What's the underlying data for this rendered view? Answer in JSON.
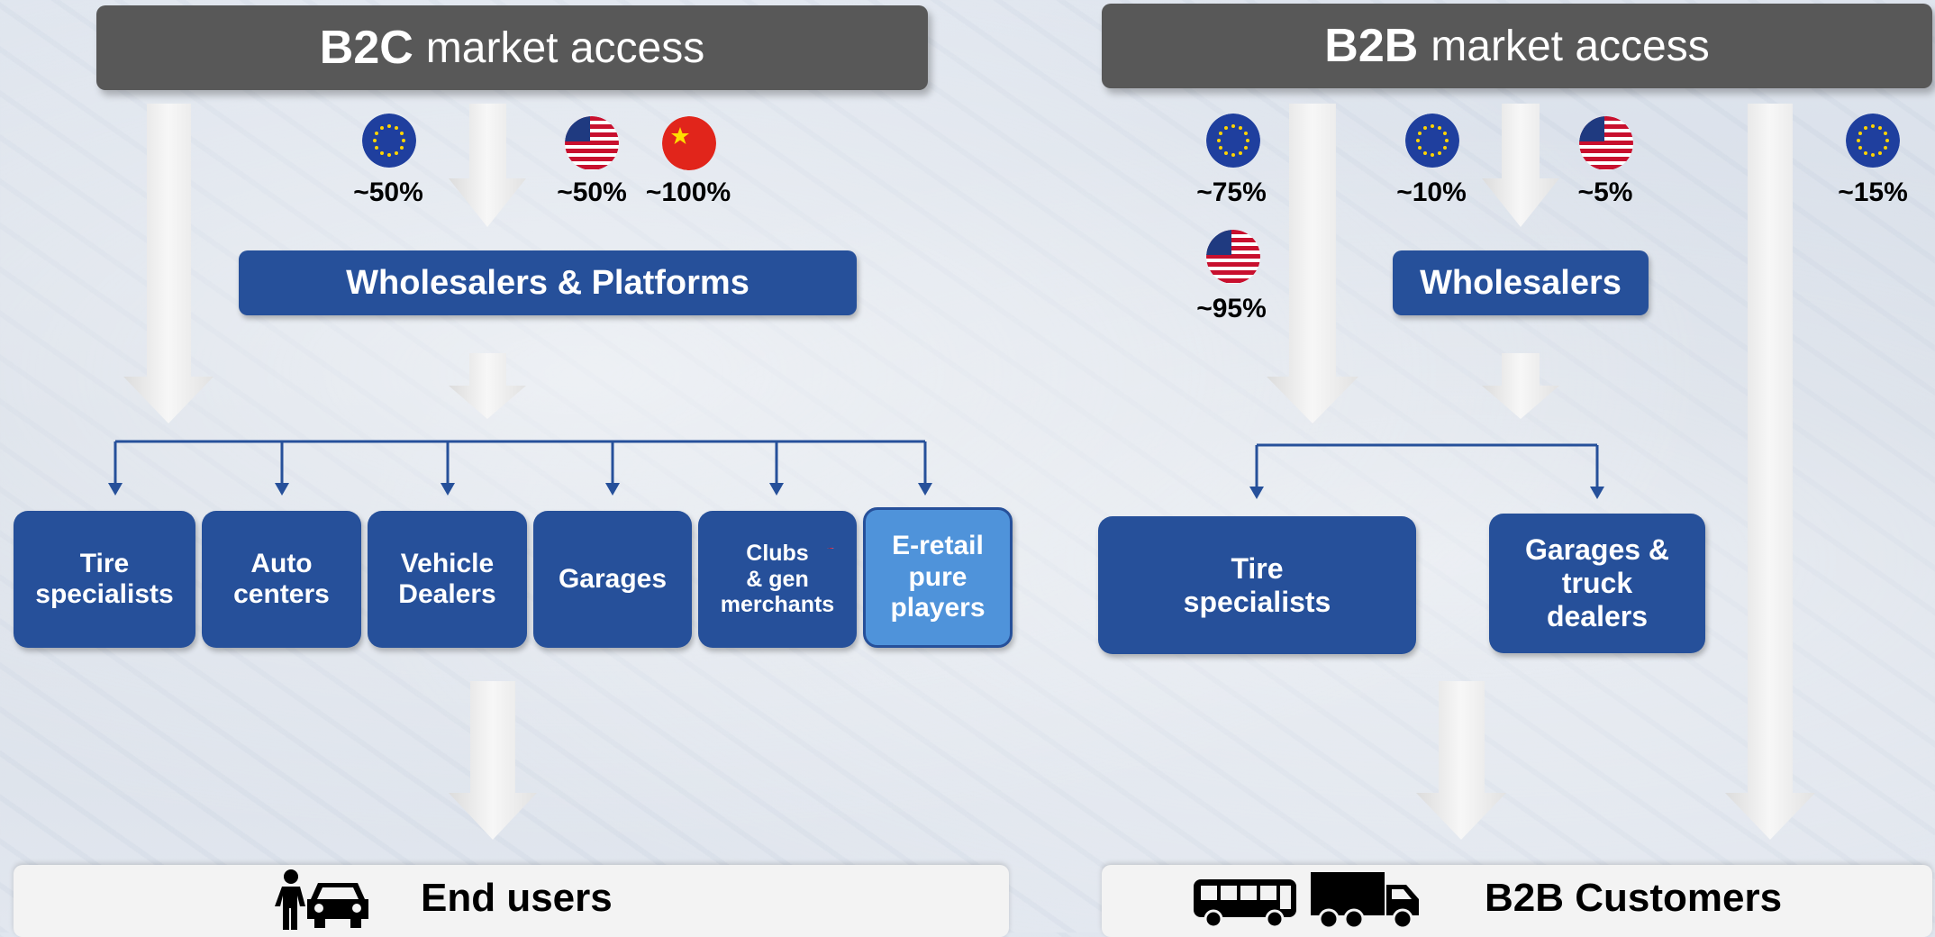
{
  "b2c": {
    "header_bold": "B2C",
    "header_rest": "market access",
    "wholesalers": "Wholesalers & Platforms",
    "shares": [
      {
        "flag": "eu-flag-icon",
        "label": "~50%"
      },
      {
        "flag": "us-flag-icon",
        "label": "~50%"
      },
      {
        "flag": "china-flag-icon",
        "label": "~100%"
      }
    ],
    "channels": [
      {
        "label": "Tire\nspecialists"
      },
      {
        "label": "Auto\ncenters"
      },
      {
        "label": "Vehicle\nDealers"
      },
      {
        "label": "Garages"
      },
      {
        "label": "Clubs\n&  gen\nmerchants",
        "badge": "us-flag-icon"
      },
      {
        "label": "E-retail\npure\nplayers"
      }
    ],
    "footer": "End users",
    "footer_icons": [
      "person-icon",
      "car-icon"
    ]
  },
  "b2b": {
    "header_bold": "B2B",
    "header_rest": "market access",
    "wholesalers": "Wholesalers",
    "shares": [
      {
        "flag": "eu-flag-icon",
        "label": "~75%"
      },
      {
        "flag": "us-flag-icon",
        "label": "~95%"
      },
      {
        "flag": "eu-flag-icon",
        "label": "~10%"
      },
      {
        "flag": "us-flag-icon",
        "label": "~5%"
      },
      {
        "flag": "eu-flag-icon",
        "label": "~15%"
      }
    ],
    "channels": [
      {
        "label": "Tire\nspecialists"
      },
      {
        "label": "Garages &\ntruck\ndealers"
      }
    ],
    "footer": "B2B Customers",
    "footer_icons": [
      "bus-icon",
      "truck-icon"
    ]
  },
  "colors": {
    "header_bg": "#585858",
    "box_blue": "#26509a",
    "box_light_blue": "#4f93da",
    "arrow_white": "#f2f2f2"
  }
}
